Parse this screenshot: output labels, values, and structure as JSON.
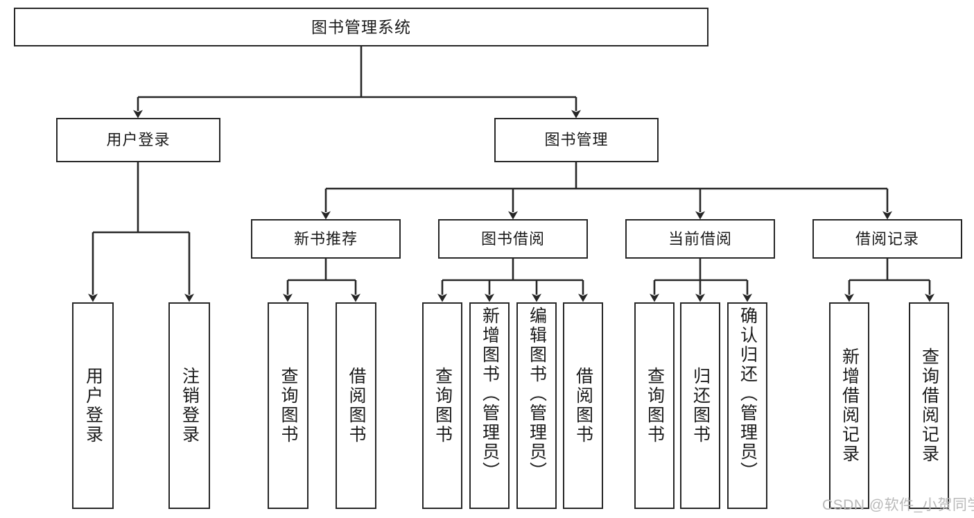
{
  "diagram": {
    "title": "图书管理系统",
    "type": "hierarchy-tree",
    "watermark": "CSDN @软件_小贺同学",
    "colors": {
      "box_border": "#262626",
      "box_fill": "#ffffff",
      "connector": "#262626",
      "text": "#1a1a1a",
      "watermark": "#b9b9b9",
      "background": "#ffffff"
    },
    "nodes": {
      "root": {
        "label": "图书管理系统"
      },
      "level1": [
        {
          "id": "user-login",
          "label": "用户登录"
        },
        {
          "id": "book-manage",
          "label": "图书管理"
        }
      ],
      "level2": [
        {
          "id": "new-book-rec",
          "label": "新书推荐"
        },
        {
          "id": "book-borrow",
          "label": "图书借阅"
        },
        {
          "id": "current-borrow",
          "label": "当前借阅"
        },
        {
          "id": "borrow-record",
          "label": "借阅记录"
        }
      ],
      "leaves": {
        "user-login": [
          {
            "id": "leaf-user-login",
            "label": "用户登录"
          },
          {
            "id": "leaf-logout-login",
            "label": "注销登录"
          }
        ],
        "new-book-rec": [
          {
            "id": "leaf-query-book-1",
            "label": "查询图书"
          },
          {
            "id": "leaf-borrow-book-1",
            "label": "借阅图书"
          }
        ],
        "book-borrow": [
          {
            "id": "leaf-query-book-2",
            "label": "查询图书"
          },
          {
            "id": "leaf-add-book",
            "label": "新增图书（管理员）"
          },
          {
            "id": "leaf-edit-book",
            "label": "编辑图书（管理员）"
          },
          {
            "id": "leaf-borrow-book-2",
            "label": "借阅图书"
          }
        ],
        "current-borrow": [
          {
            "id": "leaf-query-book-3",
            "label": "查询图书"
          },
          {
            "id": "leaf-return-book",
            "label": "归还图书"
          },
          {
            "id": "leaf-confirm-return",
            "label": "确认归还（管理员）"
          }
        ],
        "borrow-record": [
          {
            "id": "leaf-add-record",
            "label": "新增借阅记录"
          },
          {
            "id": "leaf-query-record",
            "label": "查询借阅记录"
          }
        ]
      }
    }
  }
}
